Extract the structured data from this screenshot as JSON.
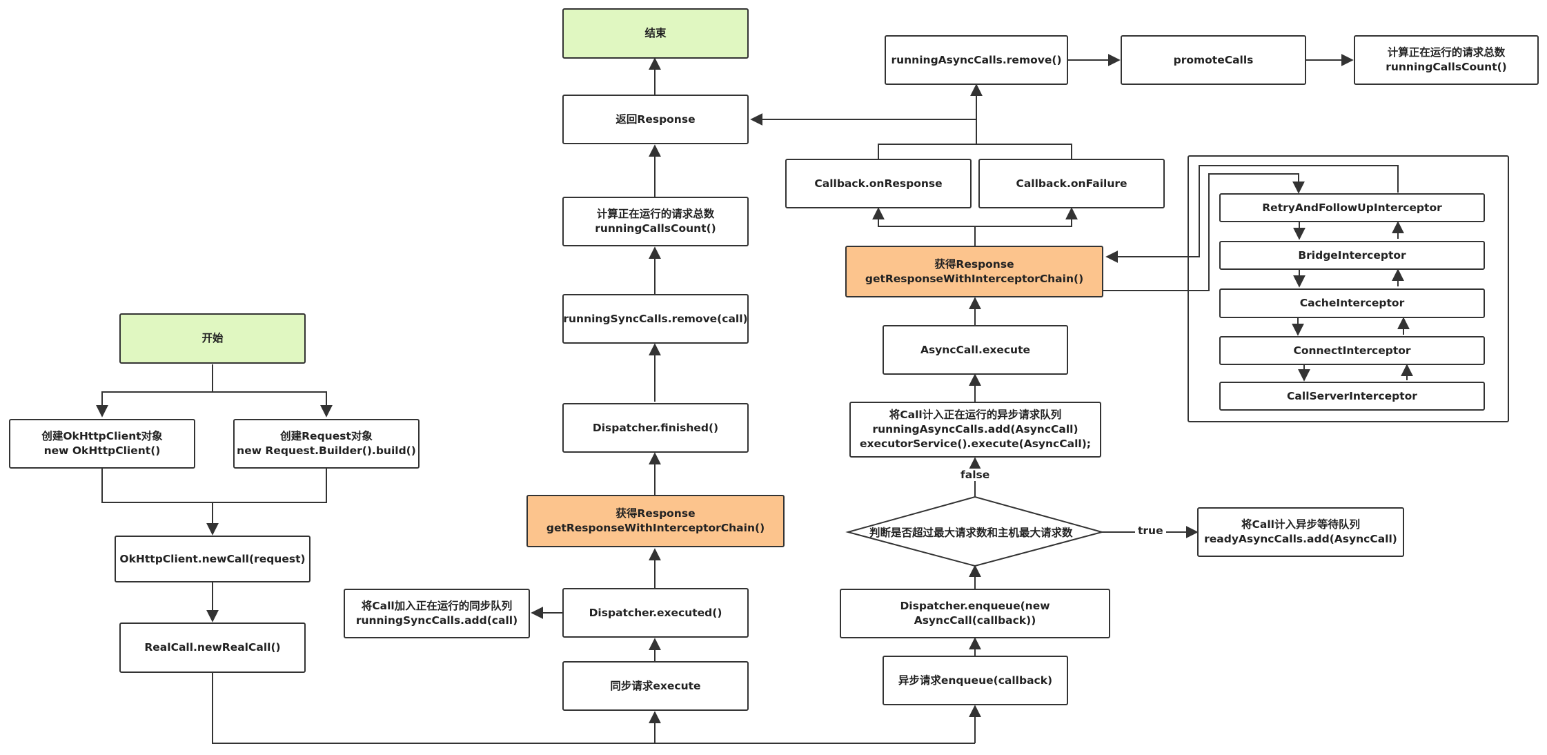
{
  "nodes": {
    "start": "开始",
    "create_client": [
      "创建OkHttpClient对象",
      "new OkHttpClient()"
    ],
    "create_request": [
      "创建Request对象",
      "new Request.Builder().build()"
    ],
    "new_call": "OkHttpClient.newCall(request)",
    "new_real_call": "RealCall.newRealCall()",
    "end": "结束",
    "return_response": "返回Response",
    "sync_count": [
      "计算正在运行的请求总数",
      "runningCallsCount()"
    ],
    "sync_remove": "runningSyncCalls.remove(call)",
    "dispatcher_finished": "Dispatcher.finished()",
    "sync_get_response": [
      "获得Response",
      "getResponseWithInterceptorChain()"
    ],
    "add_running_sync": [
      "将Call加入正在运行的同步队列",
      "runningSyncCalls.add(call)"
    ],
    "dispatcher_executed": "Dispatcher.executed()",
    "sync_execute": "同步请求execute",
    "async_remove": "runningAsyncCalls.remove()",
    "promote_calls": "promoteCalls",
    "async_count": [
      "计算正在运行的请求总数",
      "runningCallsCount()"
    ],
    "callback_response": "Callback.onResponse",
    "callback_failure": "Callback.onFailure",
    "async_get_response": [
      "获得Response",
      "getResponseWithInterceptorChain()"
    ],
    "async_call_execute": "AsyncCall.execute",
    "add_running_async": [
      "将Call计入正在运行的异步请求队列",
      "runningAsyncCalls.add(AsyncCall)",
      "executorService().execute(AsyncCall);"
    ],
    "limit_check": "判断是否超过最大请求数和主机最大请求数",
    "ready_async": [
      "将Call计入异步等待队列",
      "readyAsyncCalls.add(AsyncCall)"
    ],
    "dispatcher_enqueue": [
      "Dispatcher.enqueue(new",
      "AsyncCall(callback))"
    ],
    "async_enqueue": "异步请求enqueue(callback)"
  },
  "interceptors": [
    "RetryAndFollowUpInterceptor",
    "BridgeInterceptor",
    "CacheInterceptor",
    "ConnectInterceptor",
    "CallServerInterceptor"
  ],
  "edge_labels": {
    "false_label": "false",
    "true_label": "true"
  },
  "colors": {
    "start_end": "#e0f7c1",
    "response": "#fcc48d",
    "line": "#333333"
  }
}
